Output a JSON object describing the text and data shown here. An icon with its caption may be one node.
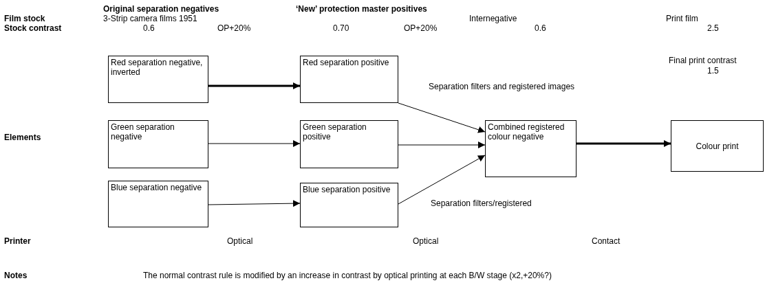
{
  "diagram": {
    "nodes": [
      {
        "text": [
          "Red separation negative, inverted"
        ]
      },
      {
        "text": [
          "Red separation positive"
        ]
      },
      {
        "text": [
          "Green separation negative"
        ]
      },
      {
        "text": [
          "Green separation positive"
        ]
      },
      {
        "text": [
          "Blue separation negative"
        ]
      },
      {
        "text": [
          "Blue separation positive"
        ]
      },
      {
        "text": [
          "Combined registered colour negative"
        ]
      },
      {
        "text": [
          "Colour print"
        ]
      }
    ],
    "edges": [
      {
        "from": 0,
        "to": 1,
        "arrow": "to",
        "style": "thick"
      },
      {
        "from": 2,
        "to": 3,
        "arrow": "to"
      },
      {
        "from": 4,
        "to": 5,
        "arrow": "to"
      },
      {
        "from": 1,
        "to": 6,
        "arrow": "to",
        "label": "Separation filters and registered images"
      },
      {
        "from": 3,
        "to": 6,
        "arrow": "to"
      },
      {
        "from": 5,
        "to": 6,
        "arrow": "to",
        "label": "Separation filters/registered"
      },
      {
        "from": 6,
        "to": 7,
        "arrow": "to",
        "style": "thick"
      }
    ],
    "labels": [
      "Original separation negatives",
      "‘New’ protection master positives",
      "Film stock",
      "3-Strip camera films 1951",
      "Internegative",
      "Print film",
      "Stock contrast",
      "0.6",
      "OP+20%",
      "0.70",
      "OP+20%",
      "0.6",
      "2.5",
      "Final print contrast",
      "1.5",
      "Elements",
      "Printer",
      "Optical",
      "Optical",
      "Contact",
      "Notes",
      "The normal contrast rule is modified by an increase in contrast by optical printing at  each B/W stage (x2,+20%?)"
    ]
  }
}
